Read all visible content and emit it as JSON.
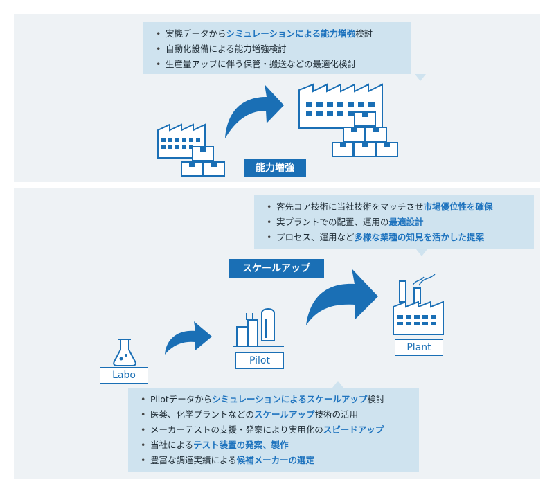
{
  "top": {
    "bullets": [
      {
        "parts": [
          {
            "t": "実機データから",
            "em": false
          },
          {
            "t": "シミュレーションによる能力増強",
            "em": true
          },
          {
            "t": "検討",
            "em": false
          }
        ]
      },
      {
        "parts": [
          {
            "t": "自動化設備による能力増強検討",
            "em": false
          }
        ]
      },
      {
        "parts": [
          {
            "t": "生産量アップに伴う保管・搬送などの最適化検討",
            "em": false
          }
        ]
      }
    ],
    "badge": "能力増強"
  },
  "bottom": {
    "right_bullets": [
      {
        "parts": [
          {
            "t": "客先コア技術に当社技術をマッチさせ",
            "em": false
          },
          {
            "t": "市場優位性を確保",
            "em": true
          }
        ]
      },
      {
        "parts": [
          {
            "t": "実プラントでの配置、運用の",
            "em": false
          },
          {
            "t": "最適設計",
            "em": true
          }
        ]
      },
      {
        "parts": [
          {
            "t": "プロセス、運用など",
            "em": false
          },
          {
            "t": "多様な業種の知見を活かした提案",
            "em": true
          }
        ]
      }
    ],
    "badge": "スケールアップ",
    "labo_label": "Labo",
    "pilot_label": "Pilot",
    "plant_label": "Plant",
    "bullets": [
      {
        "parts": [
          {
            "t": "Pilotデータから",
            "em": false
          },
          {
            "t": "シミュレーションによるスケールアップ",
            "em": true
          },
          {
            "t": "検討",
            "em": false
          }
        ]
      },
      {
        "parts": [
          {
            "t": "医薬、化学プラントなどの",
            "em": false
          },
          {
            "t": "スケールアップ",
            "em": true
          },
          {
            "t": "技術の活用",
            "em": false
          }
        ]
      },
      {
        "parts": [
          {
            "t": "メーカーテストの支援・発案により実用化の",
            "em": false
          },
          {
            "t": "スピードアップ",
            "em": true
          }
        ]
      },
      {
        "parts": [
          {
            "t": "当社による",
            "em": false
          },
          {
            "t": "テスト装置の発案、製作",
            "em": true
          }
        ]
      },
      {
        "parts": [
          {
            "t": "豊富な調達実績による",
            "em": false
          },
          {
            "t": "候補メーカーの選定",
            "em": true
          }
        ]
      }
    ]
  },
  "colors": {
    "accent": "#1a6fb5",
    "bubble": "#cfe3ef",
    "panel": "#eef2f5"
  },
  "bullet_glyph": "•"
}
